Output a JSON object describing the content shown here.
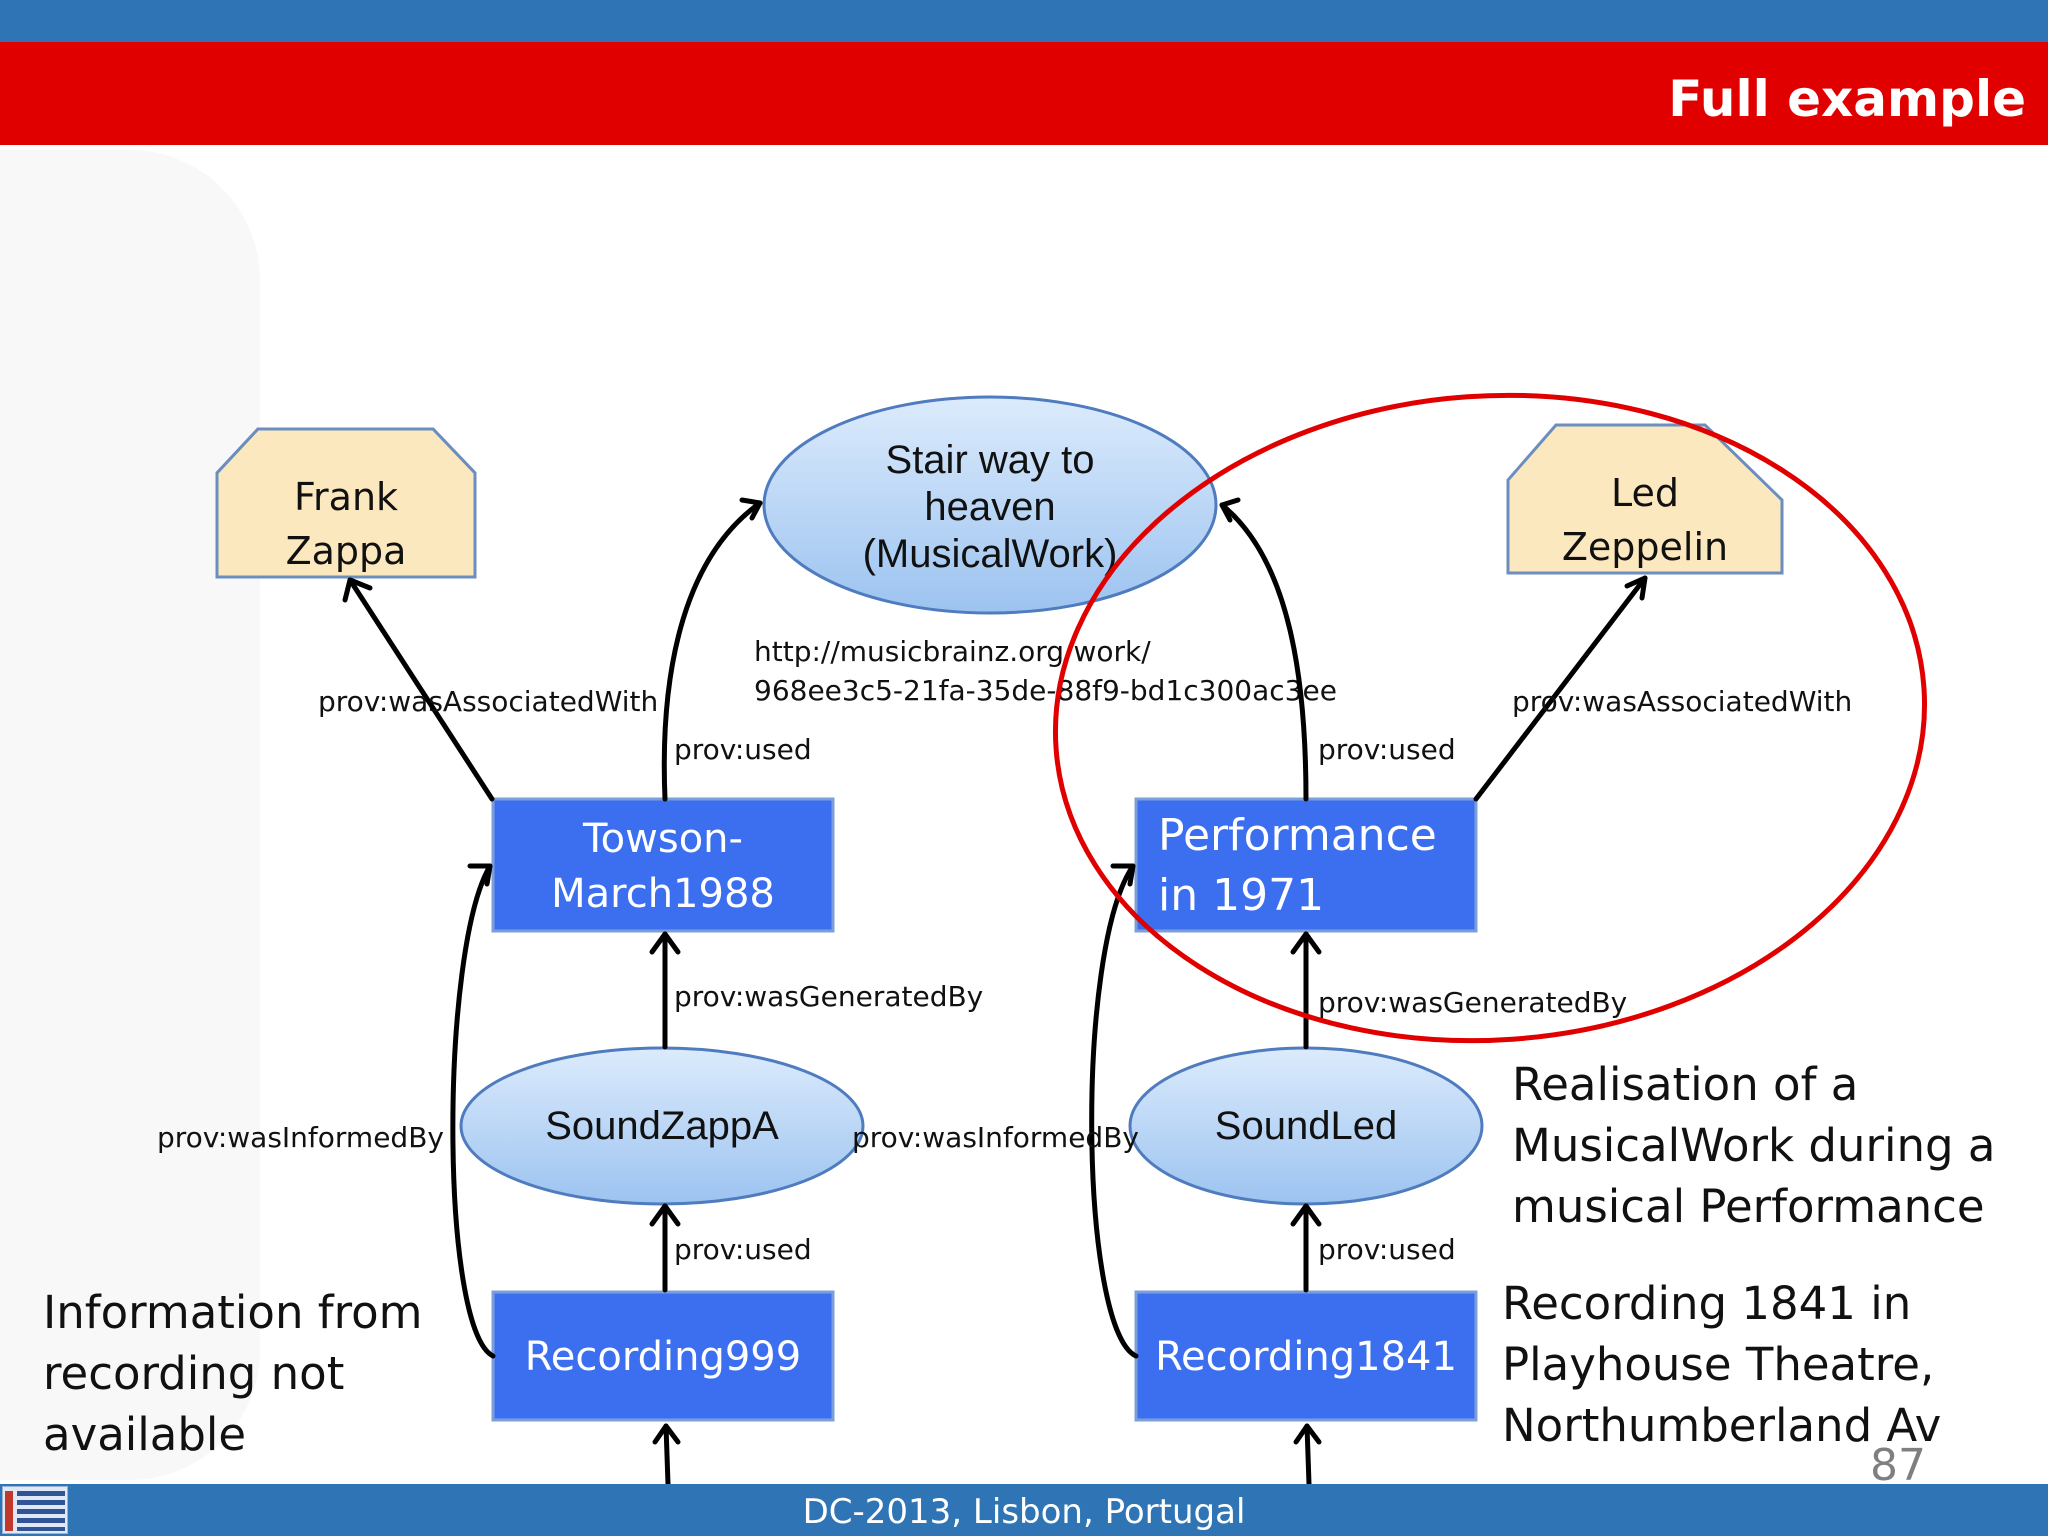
{
  "slide": {
    "title": "Full example",
    "footer": "DC-2013, Lisbon, Portugal",
    "page_number": "87"
  },
  "nodes": {
    "frank_zappa": [
      "Frank",
      "Zappa"
    ],
    "led_zeppelin": [
      "Led",
      "Zeppelin"
    ],
    "musical_work": [
      "Stair way to",
      "heaven",
      "(MusicalWork)"
    ],
    "towson": [
      "Towson-",
      "March1988"
    ],
    "performance": [
      "Performance",
      "in 1971"
    ],
    "sound_zappa": "SoundZappA",
    "sound_led": "SoundLed",
    "recording999": "Recording999",
    "recording1841": "Recording1841"
  },
  "uri": [
    "http://musicbrainz.org/work/",
    "968ee3c5-21fa-35de-88f9-bd1c300ac3ee"
  ],
  "edges": {
    "assoc_left": "prov:wasAssociatedWith",
    "assoc_right": "prov:wasAssociatedWith",
    "used_towson": "prov:used",
    "used_performance": "prov:used",
    "generated_left": "prov:wasGeneratedBy",
    "generated_right": "prov:wasGeneratedBy",
    "used_rec999": "prov:used",
    "used_rec1841": "prov:used",
    "informed_left": "prov:wasInformedBy",
    "informed_right": "prov:wasInformedBy"
  },
  "notes": {
    "left": [
      "Information from",
      "recording not",
      "available"
    ],
    "right_top": [
      "Realisation of a",
      "MusicalWork during a",
      "musical Performance"
    ],
    "right_bottom": [
      "Recording 1841 in",
      "Playhouse Theatre,",
      "Northumberland Av"
    ]
  },
  "colors": {
    "header_blue": "#2f75b5",
    "header_red": "#e10000",
    "activity_blue": "#3b6ff0",
    "agent_fill": "#fce8bf",
    "ellipse_fill": "#b5d3f5",
    "highlight_red": "#e10000"
  }
}
